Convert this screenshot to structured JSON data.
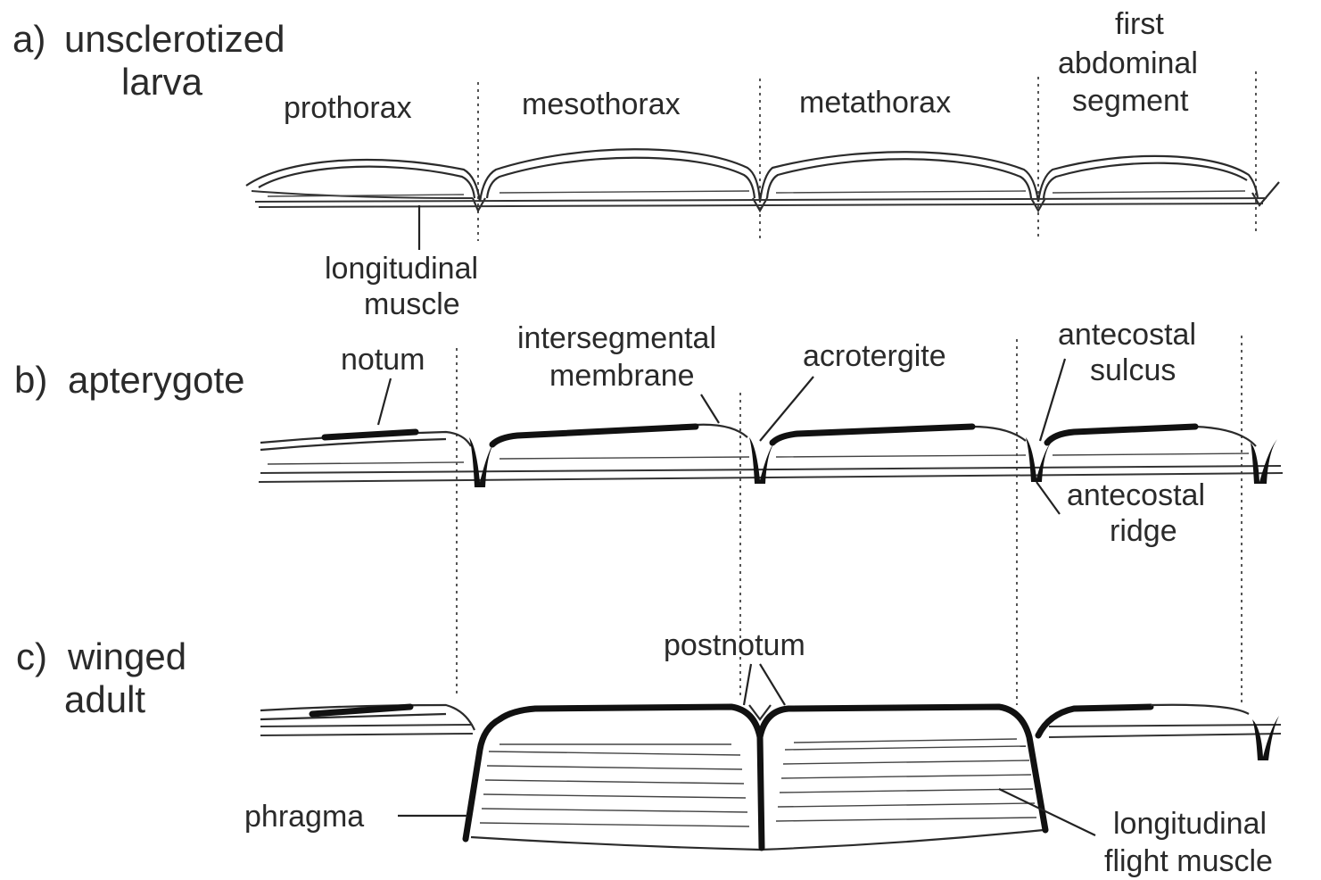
{
  "panels": {
    "a": {
      "tag": "a)",
      "line1": "unsclerotized",
      "line2": "larva"
    },
    "b": {
      "tag": "b)",
      "line1": "apterygote"
    },
    "c": {
      "tag": "c)",
      "line1": "winged",
      "line2": "adult"
    }
  },
  "segments": {
    "prothorax": "prothorax",
    "mesothorax": "mesothorax",
    "metathorax": "metathorax",
    "abdominal_1": "first",
    "abdominal_2": "abdominal",
    "abdominal_3": "segment"
  },
  "labels": {
    "longitudinal_muscle_1": "longitudinal",
    "longitudinal_muscle_2": "muscle",
    "notum": "notum",
    "intersegmental_1": "intersegmental",
    "intersegmental_2": "membrane",
    "acrotergite": "acrotergite",
    "antecostal_sulcus_1": "antecostal",
    "antecostal_sulcus_2": "sulcus",
    "antecostal_ridge_1": "antecostal",
    "antecostal_ridge_2": "ridge",
    "postnotum": "postnotum",
    "phragma": "phragma",
    "flight_muscle_1": "longitudinal",
    "flight_muscle_2": "flight muscle"
  }
}
